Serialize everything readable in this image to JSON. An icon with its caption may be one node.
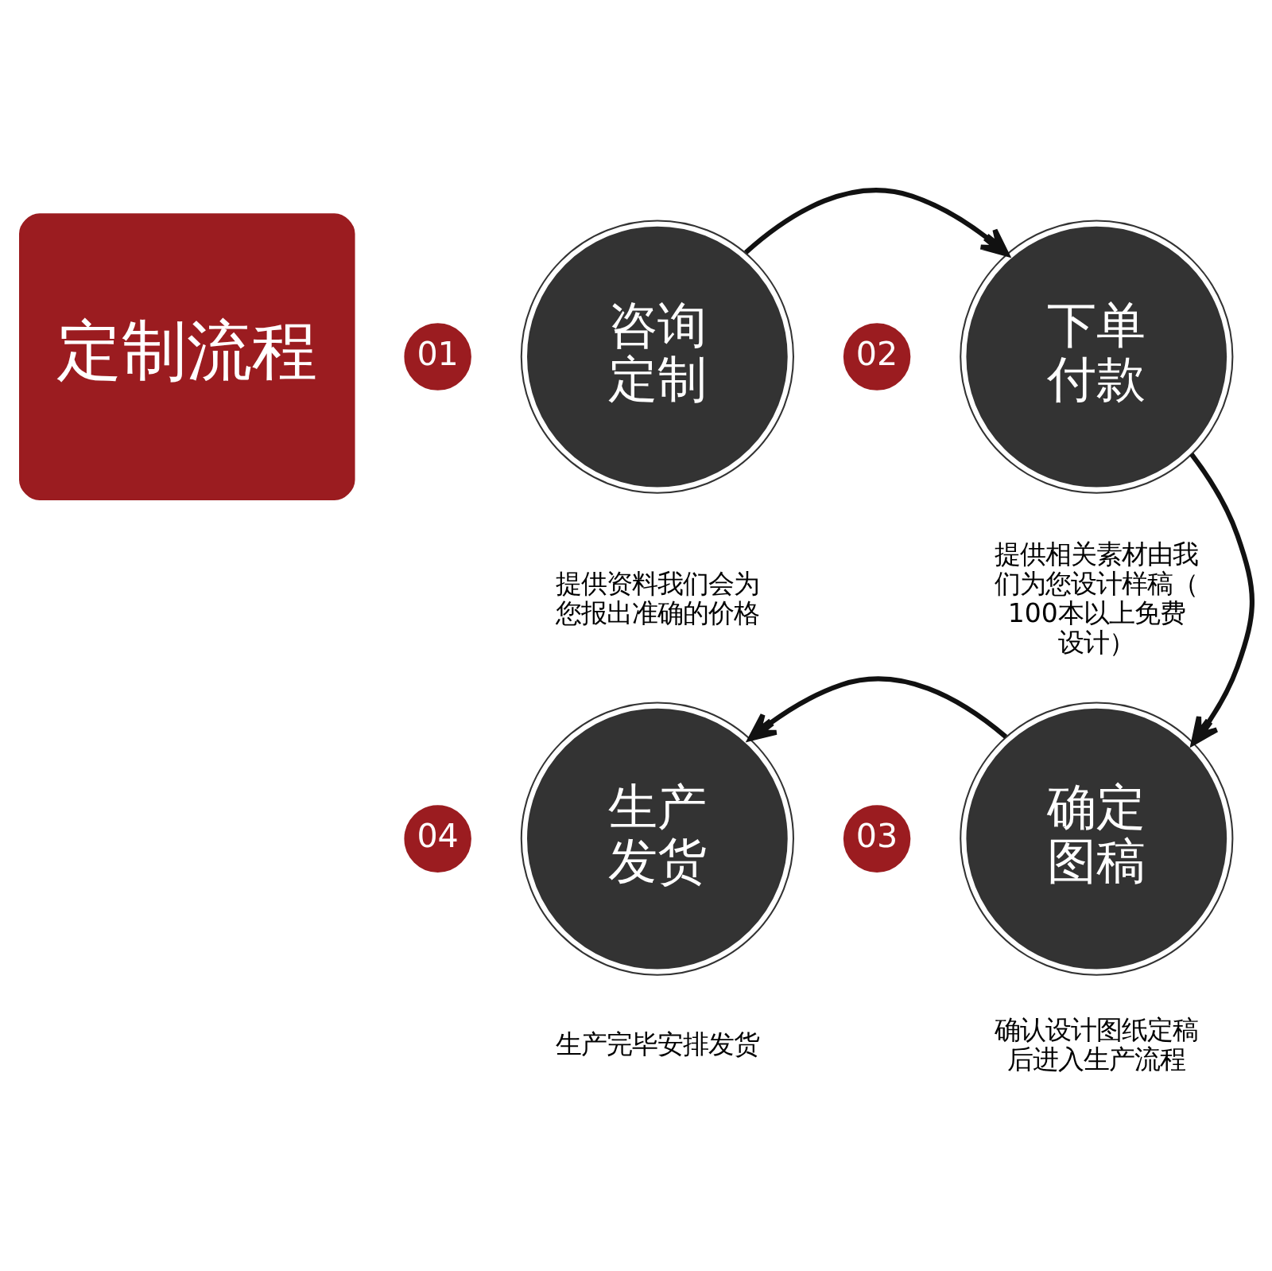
{
  "diagram": {
    "nodes": [
      {
        "text": [
          "定制流程"
        ]
      },
      {
        "text": [
          "01"
        ]
      },
      {
        "text": [
          "咨询定制"
        ],
        "beside": [
          "提供资料我们会为您报出准确的价格"
        ]
      },
      {
        "text": [
          "02"
        ]
      },
      {
        "text": [
          "下单付款"
        ],
        "beside": [
          "提供相关素材由我们为您设计样稿（100本以上免费设计）"
        ]
      },
      {
        "text": [
          "04"
        ]
      },
      {
        "text": [
          "生产发货"
        ],
        "beside": [
          "生产完毕安排发货"
        ]
      },
      {
        "text": [
          "03"
        ]
      },
      {
        "text": [
          "确定图稿"
        ],
        "beside": [
          "确认设计图纸定稿后进入生产流程"
        ]
      }
    ],
    "edges": [
      {
        "from": 2,
        "to": 4,
        "arrow": "to"
      },
      {
        "from": 4,
        "to": 8,
        "arrow": "to"
      },
      {
        "from": 8,
        "to": 6,
        "arrow": "to"
      }
    ]
  }
}
